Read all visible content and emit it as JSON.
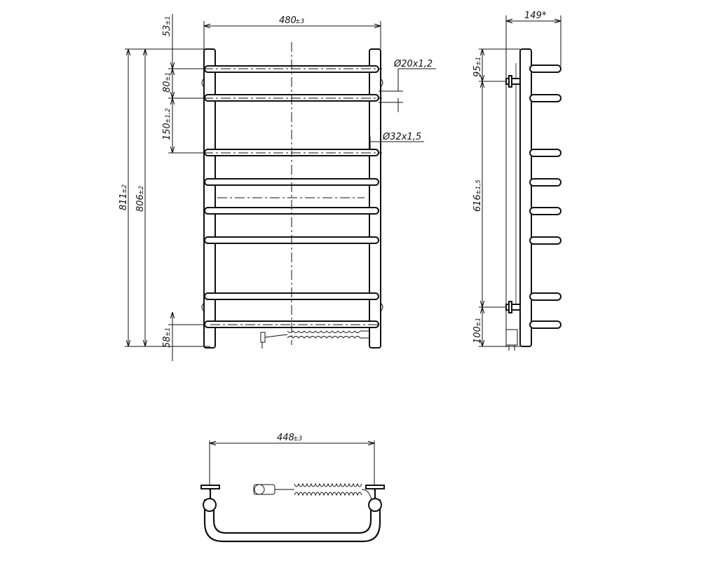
{
  "dimensions": {
    "width_top": {
      "value": "480",
      "tol": "±3"
    },
    "gap_top": {
      "value": "53",
      "tol": "±1"
    },
    "pitch_small": {
      "value": "80",
      "tol": "±1"
    },
    "pitch_large": {
      "value": "150",
      "tol": "±1,2"
    },
    "total_height": {
      "value": "811",
      "tol": "±2"
    },
    "mount_height": {
      "value": "806",
      "tol": "±2"
    },
    "gap_bottom": {
      "value": "58",
      "tol": "±1"
    },
    "tube_small": "Ø20x1,2",
    "tube_large": "Ø32x1,5",
    "depth": "149*",
    "side_top": {
      "value": "95",
      "tol": "±1"
    },
    "side_mount": {
      "value": "616",
      "tol": "±1,5"
    },
    "side_bottom": {
      "value": "100",
      "tol": "±1"
    },
    "bottom_width": {
      "value": "448",
      "tol": "±3"
    }
  }
}
